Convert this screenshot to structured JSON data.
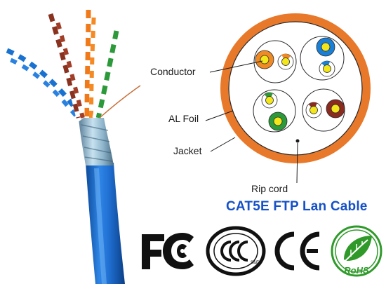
{
  "callouts": {
    "conductor": "Conductor",
    "al_foil": "AL Foil",
    "jacket": "Jacket",
    "rip_cord": "Rip  cord"
  },
  "title": "CAT5E  FTP Lan Cable",
  "certifications": {
    "fcc": {
      "icon": "fcc-logo-icon"
    },
    "ccc": {
      "icon": "ccc-logo-icon",
      "mark_text": "S&E"
    },
    "ce": {
      "icon": "ce-logo-icon"
    },
    "rohs": {
      "icon": "rohs-leaf-icon",
      "mark_text": "RoHS"
    }
  },
  "colors": {
    "jacket_orange": "#e8782a",
    "cable_blue": "#1f6fd1",
    "title_blue": "#1450c8",
    "rohs_green": "#2f9a2a",
    "pair_orange": "#f08a24",
    "pair_blue": "#1a7fd6",
    "pair_green": "#2c9a3a",
    "pair_brown": "#8b2a1e",
    "conductor_yellow": "#f3e61a"
  }
}
